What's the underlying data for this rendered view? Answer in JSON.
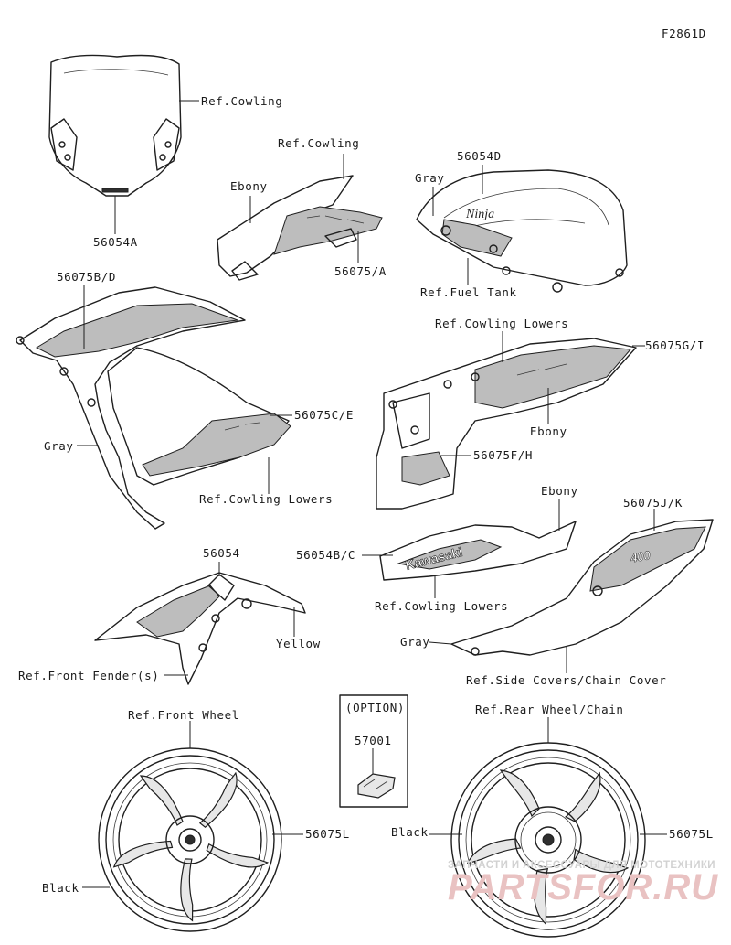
{
  "figure_id": "F2861D",
  "labels": {
    "ref_cowling_screen": "Ref.Cowling",
    "part_56054A": "56054A",
    "ref_cowling_tail": "Ref.Cowling",
    "ebony_tail": "Ebony",
    "part_56075A": "56075/A",
    "part_56054D": "56054D",
    "gray_tank": "Gray",
    "ref_fuel_tank": "Ref.Fuel Tank",
    "part_56075BD": "56075B/D",
    "part_56075CE": "56075C/E",
    "gray_cowling": "Gray",
    "ref_cowling_lowers_left": "Ref.Cowling Lowers",
    "ref_cowling_lowers_right": "Ref.Cowling Lowers",
    "part_56075GI": "56075G/I",
    "ebony_right": "Ebony",
    "part_56075FH": "56075F/H",
    "ebony_lower": "Ebony",
    "part_56054BC": "56054B/C",
    "ref_cowling_lowers_lower": "Ref.Cowling Lowers",
    "part_56075JK": "56075J/K",
    "gray_side": "Gray",
    "ref_side_covers": "Ref.Side Covers/Chain Cover",
    "part_56054": "56054",
    "yellow": "Yellow",
    "ref_front_fender": "Ref.Front Fender(s)",
    "option": "(OPTION)",
    "part_57001": "57001",
    "ref_front_wheel": "Ref.Front Wheel",
    "part_56075L_front": "56075L",
    "black_front": "Black",
    "ref_rear_wheel": "Ref.Rear Wheel/Chain",
    "black_rear": "Black",
    "part_56075L_rear": "56075L"
  },
  "decal_text": {
    "tank_logo": "Ninja",
    "lower_logo": "Kawasaki",
    "side_logo": "400"
  },
  "watermark": {
    "tagline": "ЗАПЧАСТИ И АКСЕССУАРЫ ДЛЯ МОТОТЕХНИКИ",
    "brand": "PARTSFOR.RU"
  }
}
